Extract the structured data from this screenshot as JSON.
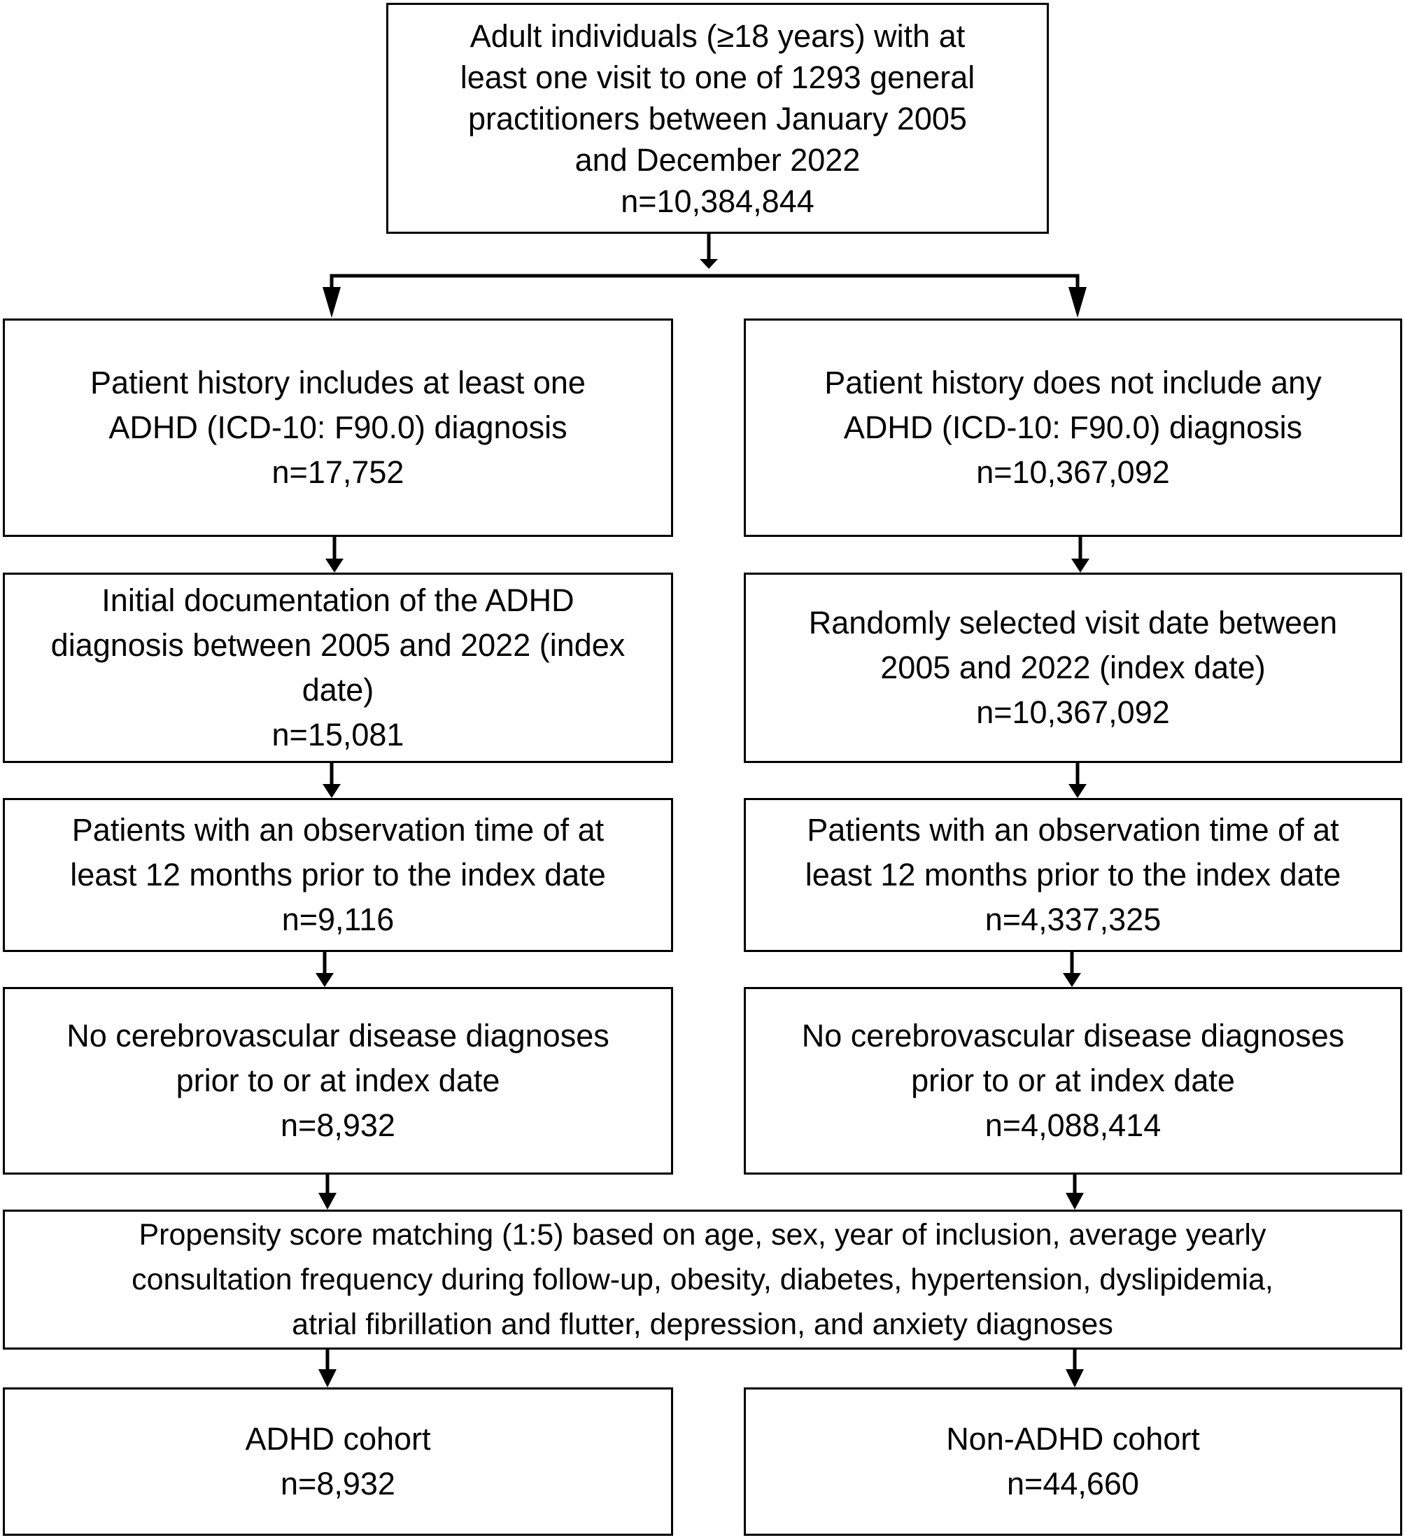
{
  "boxes": {
    "start": {
      "lines": [
        "Adult individuals (≥18 years) with at",
        "least one visit to one of 1293 general",
        "practitioners between January 2005",
        "and December 2022"
      ],
      "n": "n=10,384,844"
    },
    "adhd_history": {
      "lines": [
        "Patient history includes at least one",
        "ADHD (ICD-10: F90.0) diagnosis"
      ],
      "n": "n=17,752"
    },
    "non_adhd_history": {
      "lines": [
        "Patient history does not include any",
        "ADHD (ICD-10: F90.0) diagnosis"
      ],
      "n": "n=10,367,092"
    },
    "adhd_index": {
      "lines": [
        "Initial documentation of the ADHD",
        "diagnosis between 2005 and 2022 (index",
        "date)"
      ],
      "n": "n=15,081"
    },
    "non_adhd_index": {
      "lines": [
        "Randomly selected visit date between",
        "2005 and 2022 (index date)"
      ],
      "n": "n=10,367,092"
    },
    "adhd_observation": {
      "lines": [
        "Patients with an observation time of at",
        "least 12 months prior to the index date"
      ],
      "n": "n=9,116"
    },
    "non_adhd_observation": {
      "lines": [
        "Patients with an observation time of at",
        "least 12 months prior to the index date"
      ],
      "n": "n=4,337,325"
    },
    "adhd_no_cvd": {
      "lines": [
        "No cerebrovascular disease diagnoses",
        "prior to or at index date"
      ],
      "n": "n=8,932"
    },
    "non_adhd_no_cvd": {
      "lines": [
        "No cerebrovascular disease diagnoses",
        "prior to or at index date"
      ],
      "n": "n=4,088,414"
    },
    "psm": {
      "lines": [
        "Propensity score matching (1:5) based on age, sex, year of inclusion, average yearly",
        "consultation frequency during follow-up, obesity, diabetes, hypertension, dyslipidemia,",
        "atrial fibrillation and flutter, depression, and anxiety diagnoses"
      ]
    },
    "adhd_cohort": {
      "lines": [
        "ADHD cohort"
      ],
      "n": "n=8,932"
    },
    "non_adhd_cohort": {
      "lines": [
        "Non-ADHD cohort"
      ],
      "n": "n=44,660"
    }
  }
}
